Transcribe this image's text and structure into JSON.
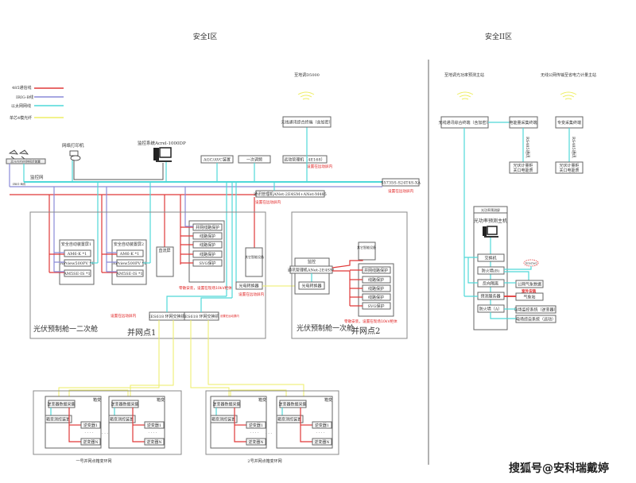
{
  "zones": {
    "zone1": "安全I区",
    "zone2": "安全II区"
  },
  "legend": [
    {
      "label": "485通信线",
      "color": "#e03838"
    },
    {
      "label": "IRIG-B线",
      "color": "#8a8ad8"
    },
    {
      "label": "以太网网线",
      "color": "#4fd8d8"
    },
    {
      "label": "单芯4模光纤",
      "color": "#eeee66"
    }
  ],
  "top": {
    "gps": "北斗/GPS时钟同步装置",
    "irig": "IRIG-B码",
    "monitor_net": "监控网",
    "printer": "网络打印机",
    "monitor_sys": "监控系统Acrel-1000DP",
    "agc": "AGC/AVC装置",
    "freq": "一次调频",
    "remote": "远动管理机（4E168）",
    "remote_note": "设置在远动屏内",
    "wireless": "无线通讯综合终端（含加密）",
    "to_dispatch": "至地调D5000",
    "switch": "S5735S-S24T4S-XA",
    "switch_note": "设置在远动屏内",
    "comm": "通讯管理机ANet-2E4SM+ANet-M485",
    "comm_note": "设置在远动屏内"
  },
  "cabin1": {
    "title": "光伏预制舱一二次舱",
    "point": "并网点1",
    "panels": [
      {
        "title": "安全自动装置屏1",
        "items": [
          "AM6-K *1",
          "APview500PV *1",
          "AM5SE-IS *1"
        ]
      },
      {
        "title": "安全自动装置屏2",
        "items": [
          "AM6-K *1",
          "APview500PV *1",
          "AM5SE-IS *1"
        ]
      }
    ],
    "dc": "直流屏",
    "protections": [
      "并网线路保护",
      "线路保护",
      "线路保护",
      "线路保护",
      "SVG保护"
    ],
    "prot_note": "零散安装，设置在现场10kV柜体",
    "other": "其它智能设备",
    "converter": "光电转换器",
    "converter_note": "设置在远动屏内",
    "ring_note": "设置在远动屏内",
    "ring1": "IES618 环网交换机",
    "ring2": "IES618 环网交换机",
    "ring2_note": "设置在远动屏内"
  },
  "cabin2": {
    "title": "光伏预制舱一次舱",
    "point": "并网点2",
    "monitor": "监控",
    "comm": "通讯管理机ANet-2E4SM",
    "converter": "光电转换器",
    "other": "其它智能设备",
    "protections": [
      "并网线路保护",
      "线路保护",
      "线路保护",
      "线路保护",
      "SVG保护"
    ],
    "prot_note": "零散安装，设置在现场10kV柜体"
  },
  "ring_nets": [
    {
      "label": "一号并网点箱变环网"
    },
    {
      "label": "2号并网点箱变环网"
    }
  ],
  "box_unit": {
    "corner": "箱变",
    "collector": "逆变器数据采集",
    "measure": "箱变测控装置",
    "inv1": "逆变器1",
    "dots": "· · · ·",
    "invN": "逆变器N",
    "between": "· · ·"
  },
  "zone2": {
    "to_pred": "至地调光功率预测主站",
    "to_meter": "无线公网传输至省电力计量主站",
    "wireless": "无线通讯综合终端（含加密）",
    "energy": "电能量采集终端",
    "special": "专变采集终端",
    "rs485": "RS485通讯",
    "meter": [
      "光伏计量柜",
      "关口电能表"
    ],
    "cabinet": "光功率预测屏",
    "host": "光功率预测主机",
    "items": [
      "交换机",
      "防火墙(B)",
      "反向隔离",
      "预测服务器",
      "防火墙（A）"
    ],
    "internet": "Internet",
    "weather_data": "公网气象数据",
    "outdoor": "室外安装",
    "weather_station": "气象站",
    "inverter_sys": "电场监控系统（逆变器）",
    "auto_sys": "电场综自系统（远动）"
  },
  "watermark": "搜狐号@安科瑞戴婷"
}
